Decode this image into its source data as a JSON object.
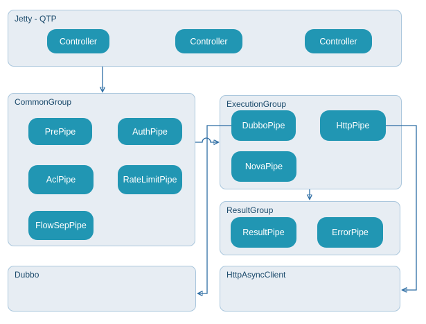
{
  "groups": {
    "jetty": {
      "label": "Jetty - QTP"
    },
    "common": {
      "label": "CommonGroup"
    },
    "execution": {
      "label": "ExecutionGroup"
    },
    "result": {
      "label": "ResultGroup"
    },
    "dubbo": {
      "label": "Dubbo"
    },
    "httpAsyncClient": {
      "label": "HttpAsyncClient"
    }
  },
  "nodes": {
    "controller1": "Controller",
    "controller2": "Controller",
    "controller3": "Controller",
    "prePipe": "PrePipe",
    "authPipe": "AuthPipe",
    "aclPipe": "AclPipe",
    "rateLimitPipe": "RateLimitPipe",
    "flowSepPipe": "FlowSepPipe",
    "dubboPipe": "DubboPipe",
    "httpPipe": "HttpPipe",
    "novaPipe": "NovaPipe",
    "resultPipe": "ResultPipe",
    "errorPipe": "ErrorPipe"
  },
  "connections": [
    {
      "from": "Jetty - QTP",
      "to": "CommonGroup",
      "style": "arrow-down"
    },
    {
      "from": "CommonGroup",
      "to": "ExecutionGroup",
      "style": "arrow-right-with-line-hop"
    },
    {
      "from": "DubboPipe",
      "to": "Dubbo",
      "style": "orthogonal-arrow-left-into-right-edge"
    },
    {
      "from": "HttpPipe",
      "to": "HttpAsyncClient",
      "style": "orthogonal-arrow-left-into-right-edge"
    },
    {
      "from": "ExecutionGroup",
      "to": "ResultGroup",
      "style": "arrow-down"
    }
  ],
  "colors": {
    "node_fill": "#2196b3",
    "node_text": "#ffffff",
    "group_fill": "#e7edf3",
    "group_border": "#a9c6dc",
    "connector": "#2d6da3",
    "label_text": "#1b4a6b"
  }
}
